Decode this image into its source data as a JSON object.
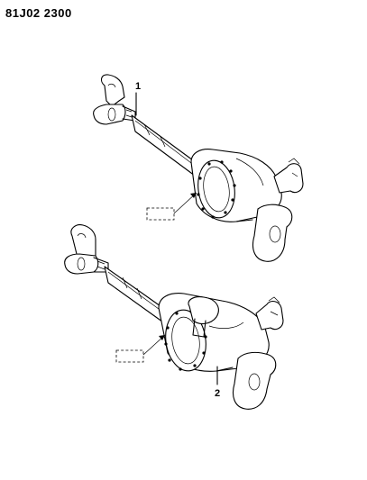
{
  "header": {
    "code": "81J02 2300"
  },
  "callouts": [
    {
      "id": "1",
      "label": "1"
    },
    {
      "id": "2",
      "label": "2"
    }
  ],
  "colors": {
    "ink": "#000000",
    "paper": "#ffffff"
  }
}
